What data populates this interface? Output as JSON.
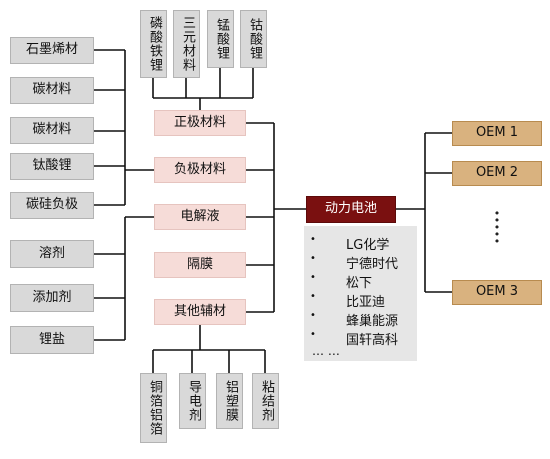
{
  "colors": {
    "grey_box": "#d9d9d9",
    "pink_box": "#f6dcd8",
    "battery_box": "#7a1010",
    "oem_box": "#d9b27f",
    "line": "#111111"
  },
  "cathode_types": [
    "磷酸铁锂",
    "三元材料",
    "锰酸锂",
    "钴酸锂"
  ],
  "anode_materials": [
    "石墨烯材",
    "碳材料",
    "碳材料",
    "钛酸锂",
    "碳硅负极"
  ],
  "electrolyte_inputs": [
    "溶剂",
    "添加剂",
    "锂盐"
  ],
  "components": [
    "正极材料",
    "负极材料",
    "电解液",
    "隔膜",
    "其他辅材"
  ],
  "aux_materials": [
    "铜箔铝箔",
    "导电剂",
    "铝塑膜",
    "粘结剂"
  ],
  "battery": "动力电池",
  "battery_makers": {
    "bullet": "•",
    "names": [
      "LG化学",
      "宁德时代",
      "松下",
      "比亚迪",
      "蜂巢能源",
      "国轩高科"
    ],
    "more": "… …"
  },
  "oems": [
    "OEM 1",
    "OEM 2",
    "OEM 3"
  ],
  "oem_ellipsis": "•\n•\n•\n•\n•"
}
